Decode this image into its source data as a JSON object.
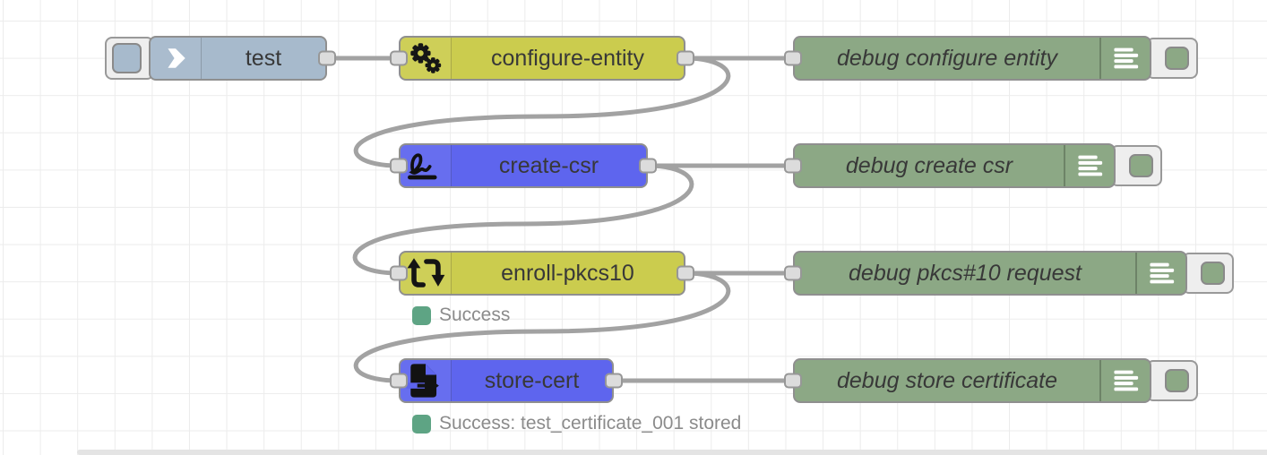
{
  "app": "node-red-flow-editor",
  "canvas": {
    "background_color": "#ffffff",
    "grid_color": "#ececec",
    "wire_color": "#a2a2a2",
    "port_color": "#dcdcdc",
    "status_dot_color": "#5ea484",
    "status_text_color": "#8b8b8b"
  },
  "flow": {
    "nodes": [
      {
        "id": "inject-test",
        "label": "test",
        "type": "inject",
        "icon": "inject-arrow-icon",
        "color": "#a7bacc"
      },
      {
        "id": "configure-entity",
        "label": "configure-entity",
        "type": "function",
        "icon": "gears-icon",
        "color": "#cbcc4e"
      },
      {
        "id": "create-csr",
        "label": "create-csr",
        "type": "function",
        "icon": "signature-icon",
        "color": "#5e65ee"
      },
      {
        "id": "enroll-pkcs10",
        "label": "enroll-pkcs10",
        "type": "function",
        "icon": "sync-arrows-icon",
        "color": "#cbcc4e",
        "status": {
          "text": "Success",
          "dot_color": "#5ea484"
        }
      },
      {
        "id": "store-cert",
        "label": "store-cert",
        "type": "function",
        "icon": "file-export-icon",
        "color": "#5e65ee",
        "status": {
          "text": "Success: test_certificate_001 stored",
          "dot_color": "#5ea484"
        }
      },
      {
        "id": "debug-configure-entity",
        "label": "debug configure entity",
        "type": "debug",
        "icon": "list-icon",
        "color": "#8ca885"
      },
      {
        "id": "debug-create-csr",
        "label": "debug create csr",
        "type": "debug",
        "icon": "list-icon",
        "color": "#8ca885"
      },
      {
        "id": "debug-pkcs10-request",
        "label": "debug pkcs#10 request",
        "type": "debug",
        "icon": "list-icon",
        "color": "#8ca885"
      },
      {
        "id": "debug-store-certificate",
        "label": "debug store certificate",
        "type": "debug",
        "icon": "list-icon",
        "color": "#8ca885"
      }
    ],
    "wires": [
      {
        "from": "inject-test",
        "to": "configure-entity"
      },
      {
        "from": "configure-entity",
        "to": "debug-configure-entity"
      },
      {
        "from": "configure-entity",
        "to": "create-csr"
      },
      {
        "from": "create-csr",
        "to": "debug-create-csr"
      },
      {
        "from": "create-csr",
        "to": "enroll-pkcs10"
      },
      {
        "from": "enroll-pkcs10",
        "to": "debug-pkcs10-request"
      },
      {
        "from": "enroll-pkcs10",
        "to": "store-cert"
      },
      {
        "from": "store-cert",
        "to": "debug-store-certificate"
      }
    ]
  }
}
